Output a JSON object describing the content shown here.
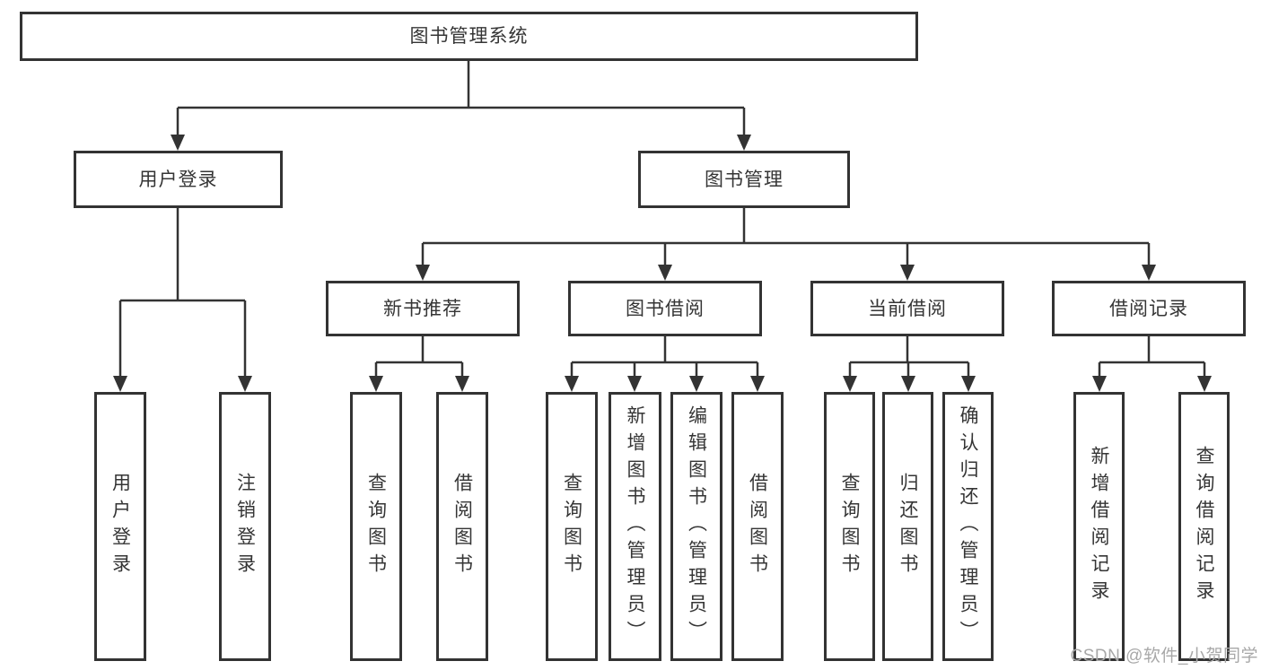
{
  "watermark": "CSDN @软件_小贺同学",
  "diagram": {
    "type": "tree",
    "root": "图书管理系统",
    "level2": {
      "login": "用户登录",
      "management": "图书管理"
    },
    "level3": {
      "recommend": "新书推荐",
      "borrow": "图书借阅",
      "current": "当前借阅",
      "records": "借阅记录"
    },
    "leaves": {
      "login": [
        "用户登录",
        "注销登录"
      ],
      "recommend": [
        "查询图书",
        "借阅图书"
      ],
      "borrow": [
        "查询图书",
        "新增图书（管理员）",
        "编辑图书（管理员）",
        "借阅图书"
      ],
      "current": [
        "查询图书",
        "归还图书",
        "确认归还（管理员）"
      ],
      "records": [
        "新增借阅记录",
        "查询借阅记录"
      ]
    },
    "colors": {
      "line": "#333333",
      "box_border": "#333333",
      "text": "#353535",
      "watermark": "#a8a8a8",
      "background": "#ffffff"
    }
  }
}
